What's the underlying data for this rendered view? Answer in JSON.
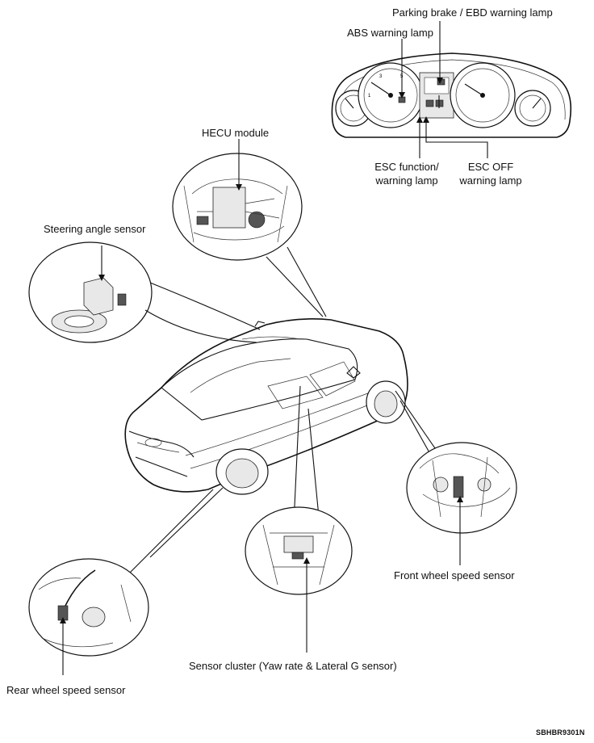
{
  "labels": {
    "parking_ebd": "Parking brake / EBD warning lamp",
    "abs_lamp": "ABS warning lamp",
    "hecu": "HECU module",
    "esc_function_line1": "ESC function/",
    "esc_function_line2": "warning lamp",
    "esc_off_line1": "ESC OFF",
    "esc_off_line2": "warning lamp",
    "steering_angle": "Steering angle sensor",
    "front_wheel": "Front wheel speed sensor",
    "sensor_cluster": "Sensor cluster (Yaw rate & Lateral G sensor)",
    "rear_wheel": "Rear wheel speed sensor"
  },
  "figure_code": "SBHBR9301N"
}
